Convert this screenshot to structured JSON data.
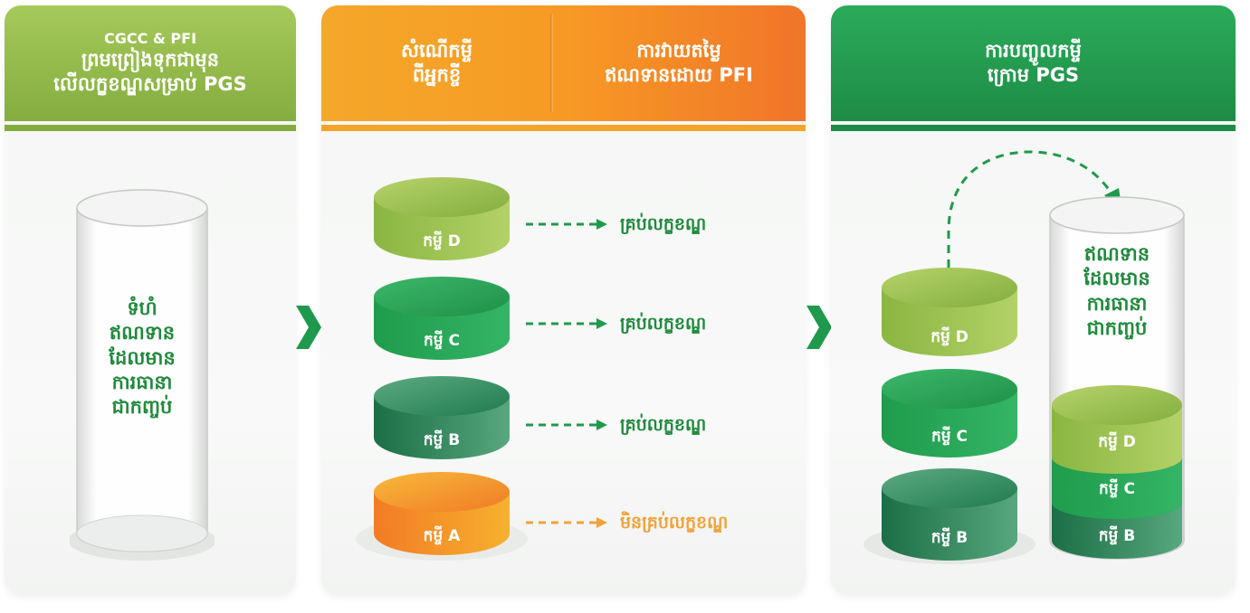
{
  "panel1": {
    "header_line1": "CGCC & PFI",
    "header_line2": "ព្រមព្រៀងទុកជាមុន",
    "header_line3": "លើលក្ខខណ្ឌសម្រាប់ PGS",
    "container_lines": [
      "ទំហំ",
      "ឥណទាន",
      "ដែលមាន",
      "ការធានា",
      "ជាកញ្ចប់"
    ]
  },
  "panel2": {
    "header_left_line1": "សំណើកម្ចី",
    "header_left_line2": "ពីអ្នកខ្ចី",
    "header_right_line1": "ការវាយតម្លៃ",
    "header_right_line2": "ឥណទានដោយ PFI",
    "loans": [
      {
        "label": "កម្ចី D",
        "status": "គ្រប់លក្ខខណ្ឌ",
        "eligible": true
      },
      {
        "label": "កម្ចី C",
        "status": "គ្រប់លក្ខខណ្ឌ",
        "eligible": true
      },
      {
        "label": "កម្ចី B",
        "status": "គ្រប់លក្ខខណ្ឌ",
        "eligible": true
      },
      {
        "label": "កម្ចី A",
        "status": "មិនគ្រប់លក្ខខណ្ឌ",
        "eligible": false
      }
    ]
  },
  "panel3": {
    "header_line1": "ការបញ្ចូលកម្ចី",
    "header_line2": "ក្រោម PGS",
    "loans_left": [
      "កម្ចី D",
      "កម្ចី C",
      "កម្ចី B"
    ],
    "container_lines": [
      "ឥណទាន",
      "ដែលមាន",
      "ការធានា",
      "ជាកញ្ចប់"
    ],
    "stacked_loans": [
      "កម្ចី D",
      "កម្ចី C",
      "កម្ចី B"
    ]
  },
  "colors": {
    "green_light": "#9cc250",
    "green_mid": "#27a659",
    "green_dark": "#1e7e52",
    "orange": "#f4a12a",
    "text_green": "#1f8a3c",
    "text_orange": "#f2a23a"
  }
}
